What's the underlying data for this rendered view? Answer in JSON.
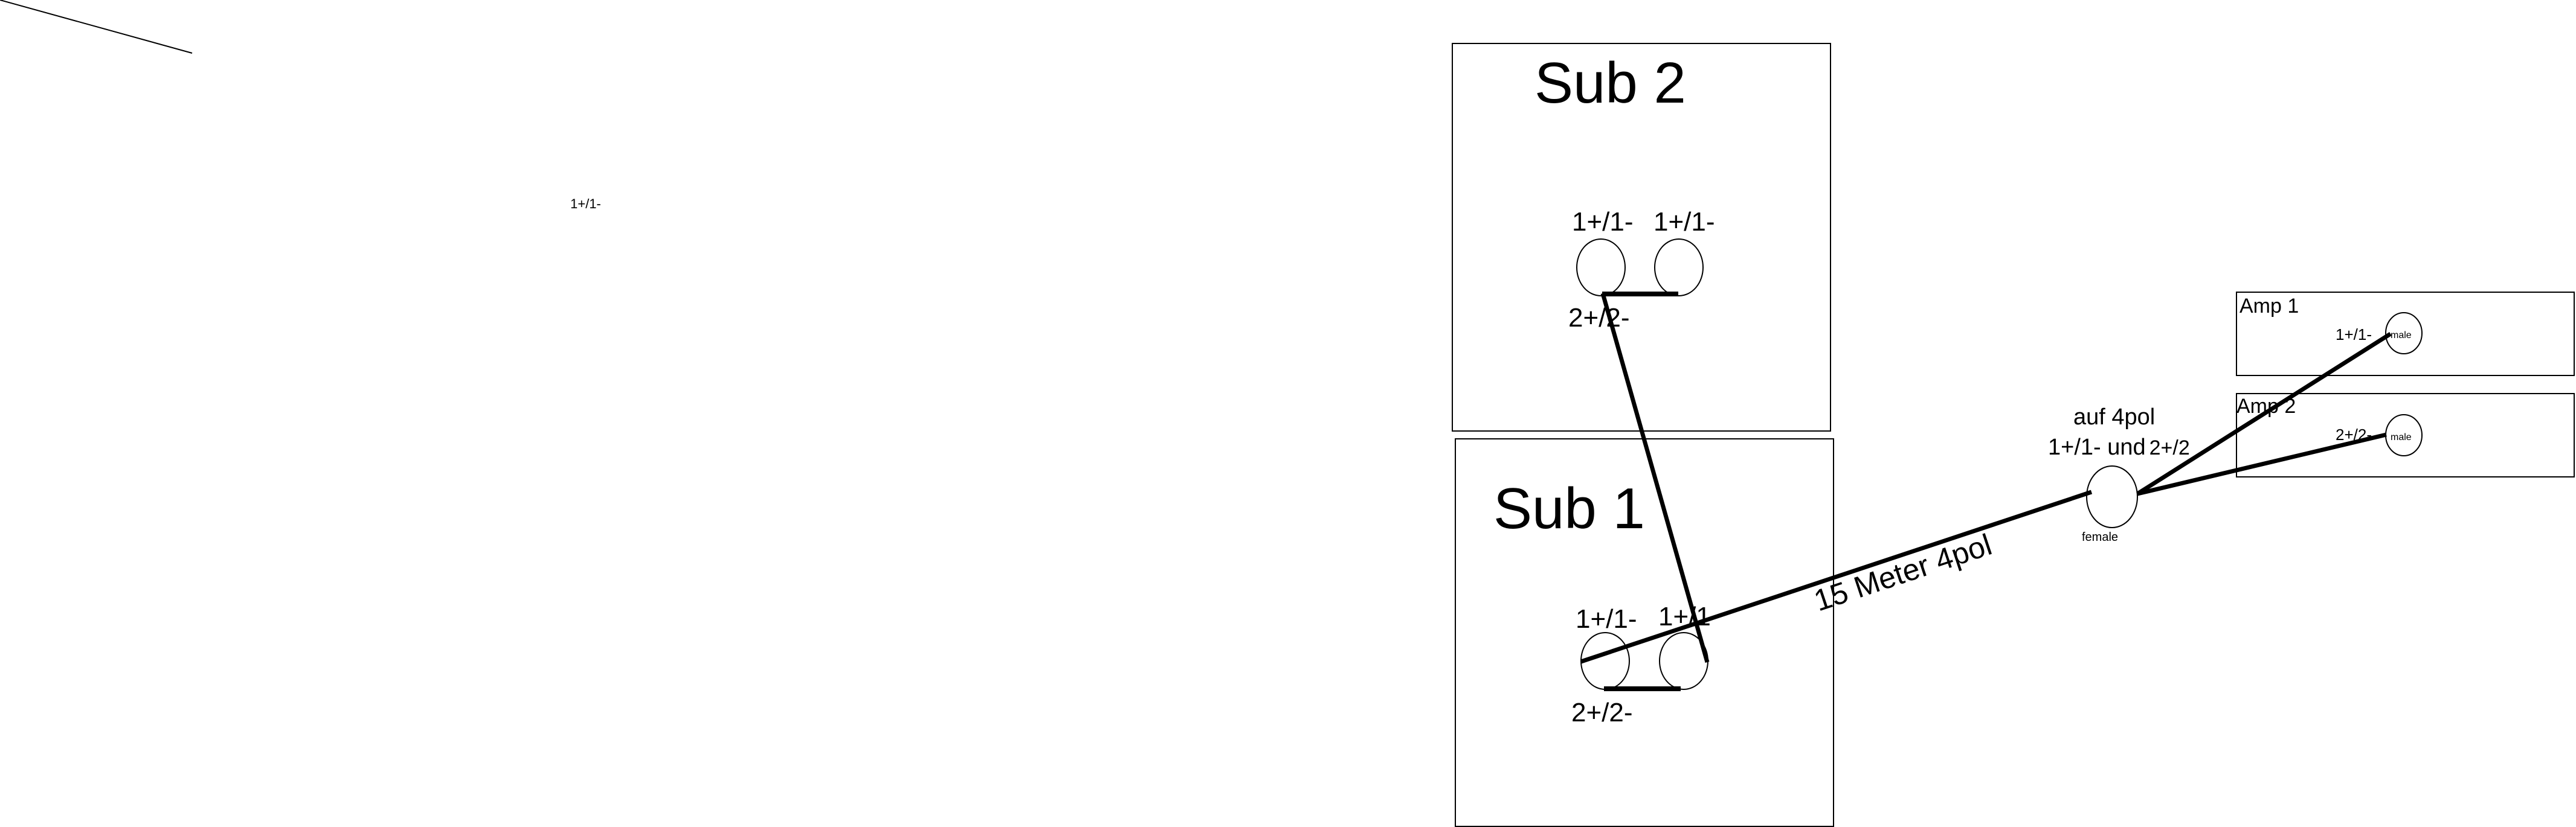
{
  "stray_label": "1+/1-",
  "sub2": {
    "title": "Sub 2",
    "left_top": "1+/1-",
    "right_top": "1+/1-",
    "bottom": "2+/2-"
  },
  "sub1": {
    "title": "Sub 1",
    "left_top": "1+/1-",
    "right_top": "1+/1",
    "bottom": "2+/2-"
  },
  "cable_label": "15 Meter 4pol",
  "adapter": {
    "line1": "auf 4pol",
    "line2_main": "1+/1- und",
    "line2_small": "2+/2",
    "connector_label": "female"
  },
  "amp1": {
    "title": "Amp 1",
    "pin_label": "1+/1-",
    "connector_label": "male"
  },
  "amp2": {
    "title": "Amp 2",
    "pin_label": "2+/2-",
    "connector_label": "male"
  }
}
